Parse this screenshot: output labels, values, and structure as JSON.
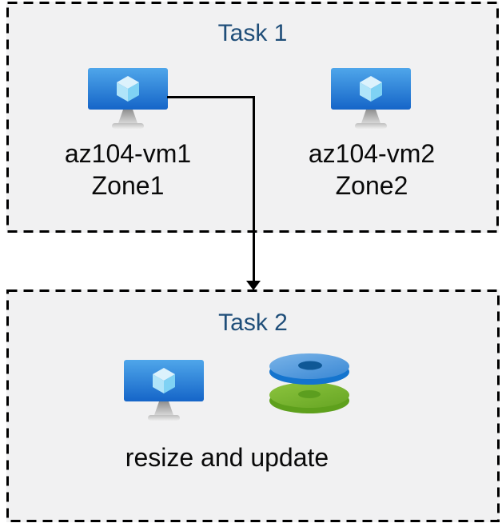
{
  "task1": {
    "title": "Task 1",
    "vms": [
      {
        "name": "az104-vm1",
        "zone": "Zone1"
      },
      {
        "name": "az104-vm2",
        "zone": "Zone2"
      }
    ]
  },
  "task2": {
    "title": "Task 2",
    "caption": "resize and update"
  },
  "icons": {
    "vm": "azure-virtual-machine-icon",
    "disks": "azure-managed-disks-icon",
    "arrow": "down-arrow"
  },
  "colors": {
    "title_text": "#1f4e79",
    "label_text": "#0a0a0a",
    "box_background": "#f1f1f2",
    "box_border": "#000000",
    "arrow": "#000000",
    "vm_screen_top": "#4fa6ea",
    "vm_screen_bottom": "#1565c8",
    "cube_top": "#dcf2fc",
    "cube_left": "#b0e4f9",
    "cube_right": "#7fd2f4",
    "disk_blue_top": "#4e97db",
    "disk_blue_rim": "#1474ce",
    "disk_blue_hole": "#0f5896",
    "disk_green_top": "#77b733",
    "disk_green_rim": "#5ea01c",
    "disk_green_hole": "#5c9e1f"
  }
}
